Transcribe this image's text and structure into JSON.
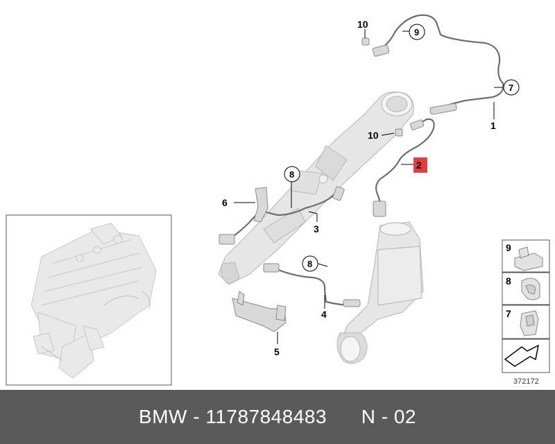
{
  "callouts": {
    "c1": "1",
    "c2": "2",
    "c3": "3",
    "c4": "4",
    "c5": "5",
    "c6": "6",
    "c7": "7",
    "c8a": "8",
    "c8b": "8",
    "c9": "9",
    "c10a": "10",
    "c10b": "10"
  },
  "legend": {
    "item9": "9",
    "item8": "8",
    "item7": "7"
  },
  "figure_id": "372172",
  "footer": {
    "text": "BMW - 11787848483      N - 02"
  },
  "colors": {
    "highlight": "#e43b3b",
    "part_fill": "#e6e6e6",
    "part_stroke": "#bdbdbd",
    "cable": "#6e6e6e",
    "footer_bg": "#5a5a5a"
  }
}
